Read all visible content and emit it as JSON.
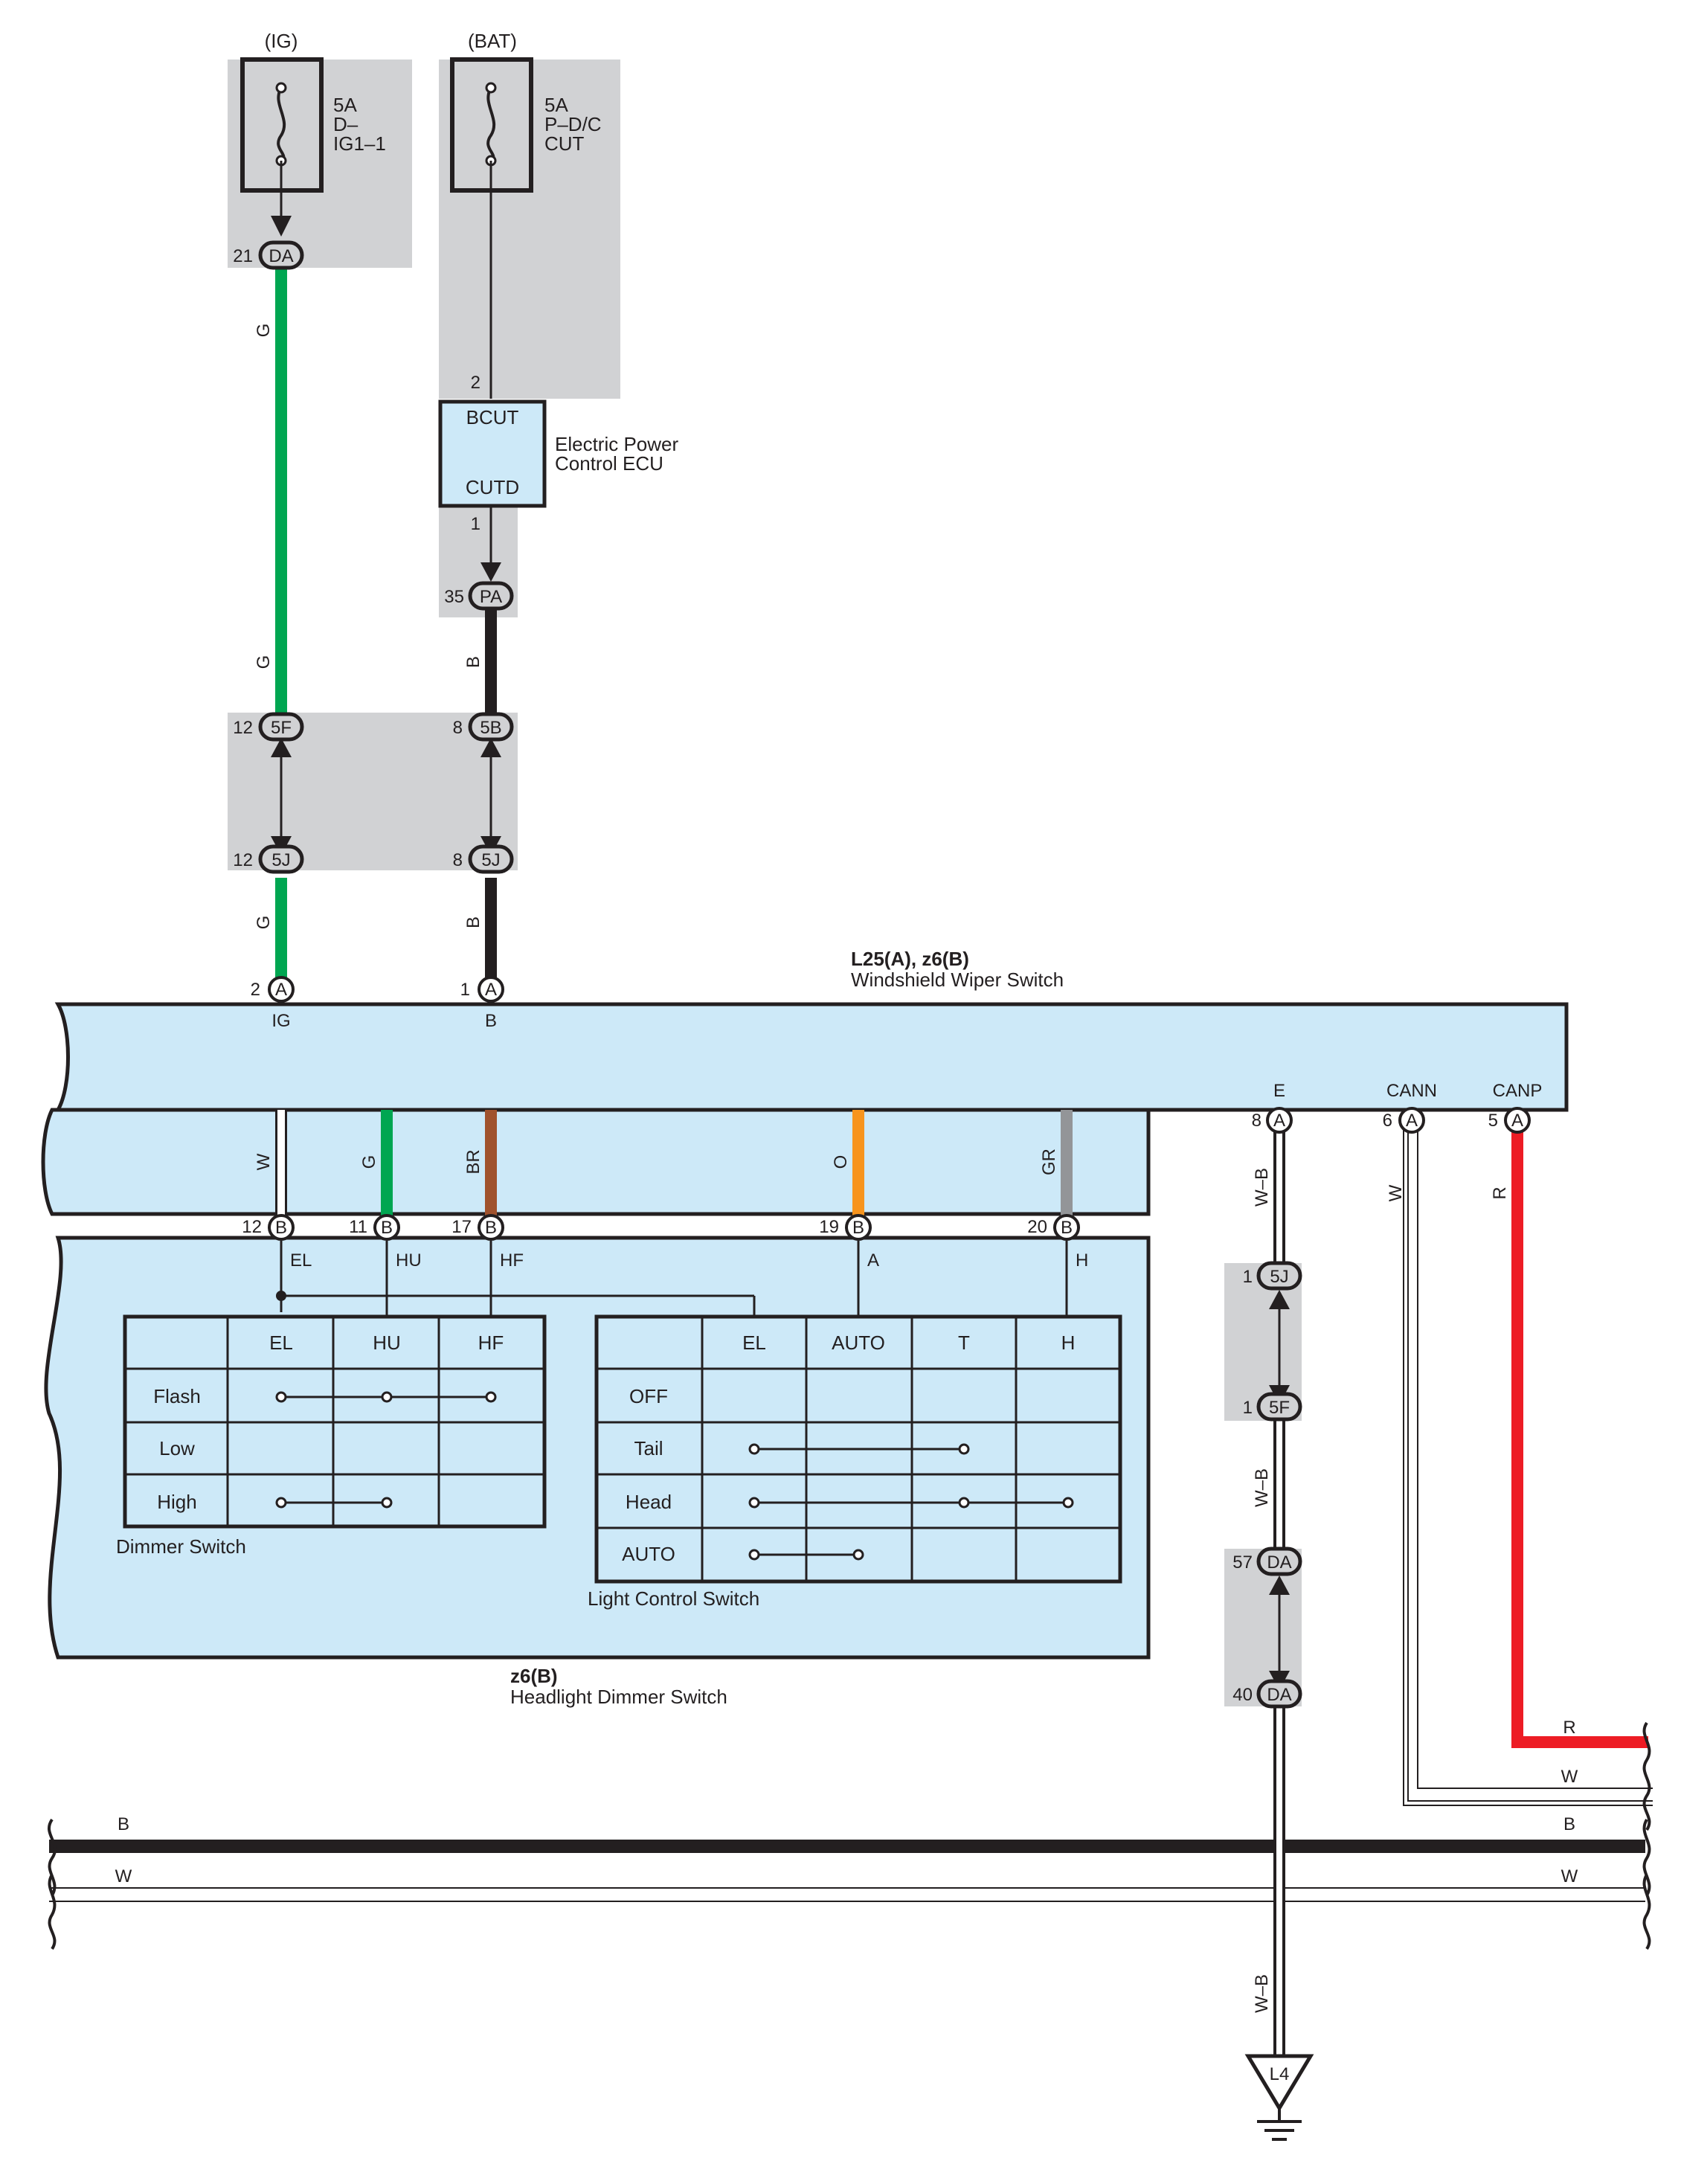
{
  "power": {
    "ig": {
      "source": "(IG)",
      "fuse_amp": "5A",
      "fuse_name_1": "D–",
      "fuse_name_2": "IG1–1"
    },
    "bat": {
      "source": "(BAT)",
      "fuse_amp": "5A",
      "fuse_name_1": "P–D/C",
      "fuse_name_2": "CUT"
    }
  },
  "ecu": {
    "title_1": "Electric Power",
    "title_2": "Control ECU",
    "pin_top_label": "BCUT",
    "pin_bottom_label": "CUTD",
    "pin_top_num": "2",
    "pin_bottom_num": "1"
  },
  "connectors": {
    "c21da": {
      "pin": "21",
      "code": "DA"
    },
    "c35pa": {
      "pin": "35",
      "code": "PA"
    },
    "c12_5f": {
      "pin": "12",
      "code": "5F"
    },
    "c12_5j": {
      "pin": "12",
      "code": "5J"
    },
    "c8_5b": {
      "pin": "8",
      "code": "5B"
    },
    "c8_5j": {
      "pin": "8",
      "code": "5J"
    },
    "c1_5j": {
      "pin": "1",
      "code": "5J"
    },
    "c1_5f": {
      "pin": "1",
      "code": "5F"
    },
    "c57da": {
      "pin": "57",
      "code": "DA"
    },
    "c40da": {
      "pin": "40",
      "code": "DA"
    }
  },
  "wiper_switch": {
    "title_1": "L25(A), z6(B)",
    "title_2": "Windshield Wiper Switch",
    "pin_ig": {
      "num": "2",
      "code": "A",
      "label": "IG"
    },
    "pin_b": {
      "num": "1",
      "code": "A",
      "label": "B"
    },
    "pin_e": {
      "num": "8",
      "code": "A",
      "label": "E"
    },
    "pin_cann": {
      "num": "6",
      "code": "A",
      "label": "CANN"
    },
    "pin_canp": {
      "num": "5",
      "code": "A",
      "label": "CANP"
    }
  },
  "dimmer_pins": [
    {
      "num": "12",
      "code": "B",
      "label": "EL",
      "wire": "W",
      "color": "#ffffff"
    },
    {
      "num": "11",
      "code": "B",
      "label": "HU",
      "wire": "G",
      "color": "#00a651"
    },
    {
      "num": "17",
      "code": "B",
      "label": "HF",
      "wire": "BR",
      "color": "#a0522d"
    },
    {
      "num": "19",
      "code": "B",
      "label": "A",
      "wire": "O",
      "color": "#f7941d"
    },
    {
      "num": "20",
      "code": "B",
      "label": "H",
      "wire": "GR",
      "color": "#939598"
    }
  ],
  "dimmer_table": {
    "caption": "Dimmer Switch",
    "headers": [
      "EL",
      "HU",
      "HF"
    ],
    "rows": [
      "Flash",
      "Low",
      "High"
    ]
  },
  "light_table": {
    "caption": "Light Control Switch",
    "headers": [
      "EL",
      "AUTO",
      "T",
      "H"
    ],
    "rows": [
      "OFF",
      "Tail",
      "Head",
      "AUTO"
    ]
  },
  "headlight_switch": {
    "title_1": "z6(B)",
    "title_2": "Headlight Dimmer Switch"
  },
  "wire_labels": {
    "g": "G",
    "b": "B",
    "wb": "W–B",
    "w": "W",
    "r": "R"
  },
  "ground": {
    "label": "L4"
  },
  "colors": {
    "green": "#00a651",
    "red": "#ed1c24",
    "black": "#231f20",
    "panel_blue": "#cde9f8",
    "splice_gray": "#d1d2d4"
  }
}
